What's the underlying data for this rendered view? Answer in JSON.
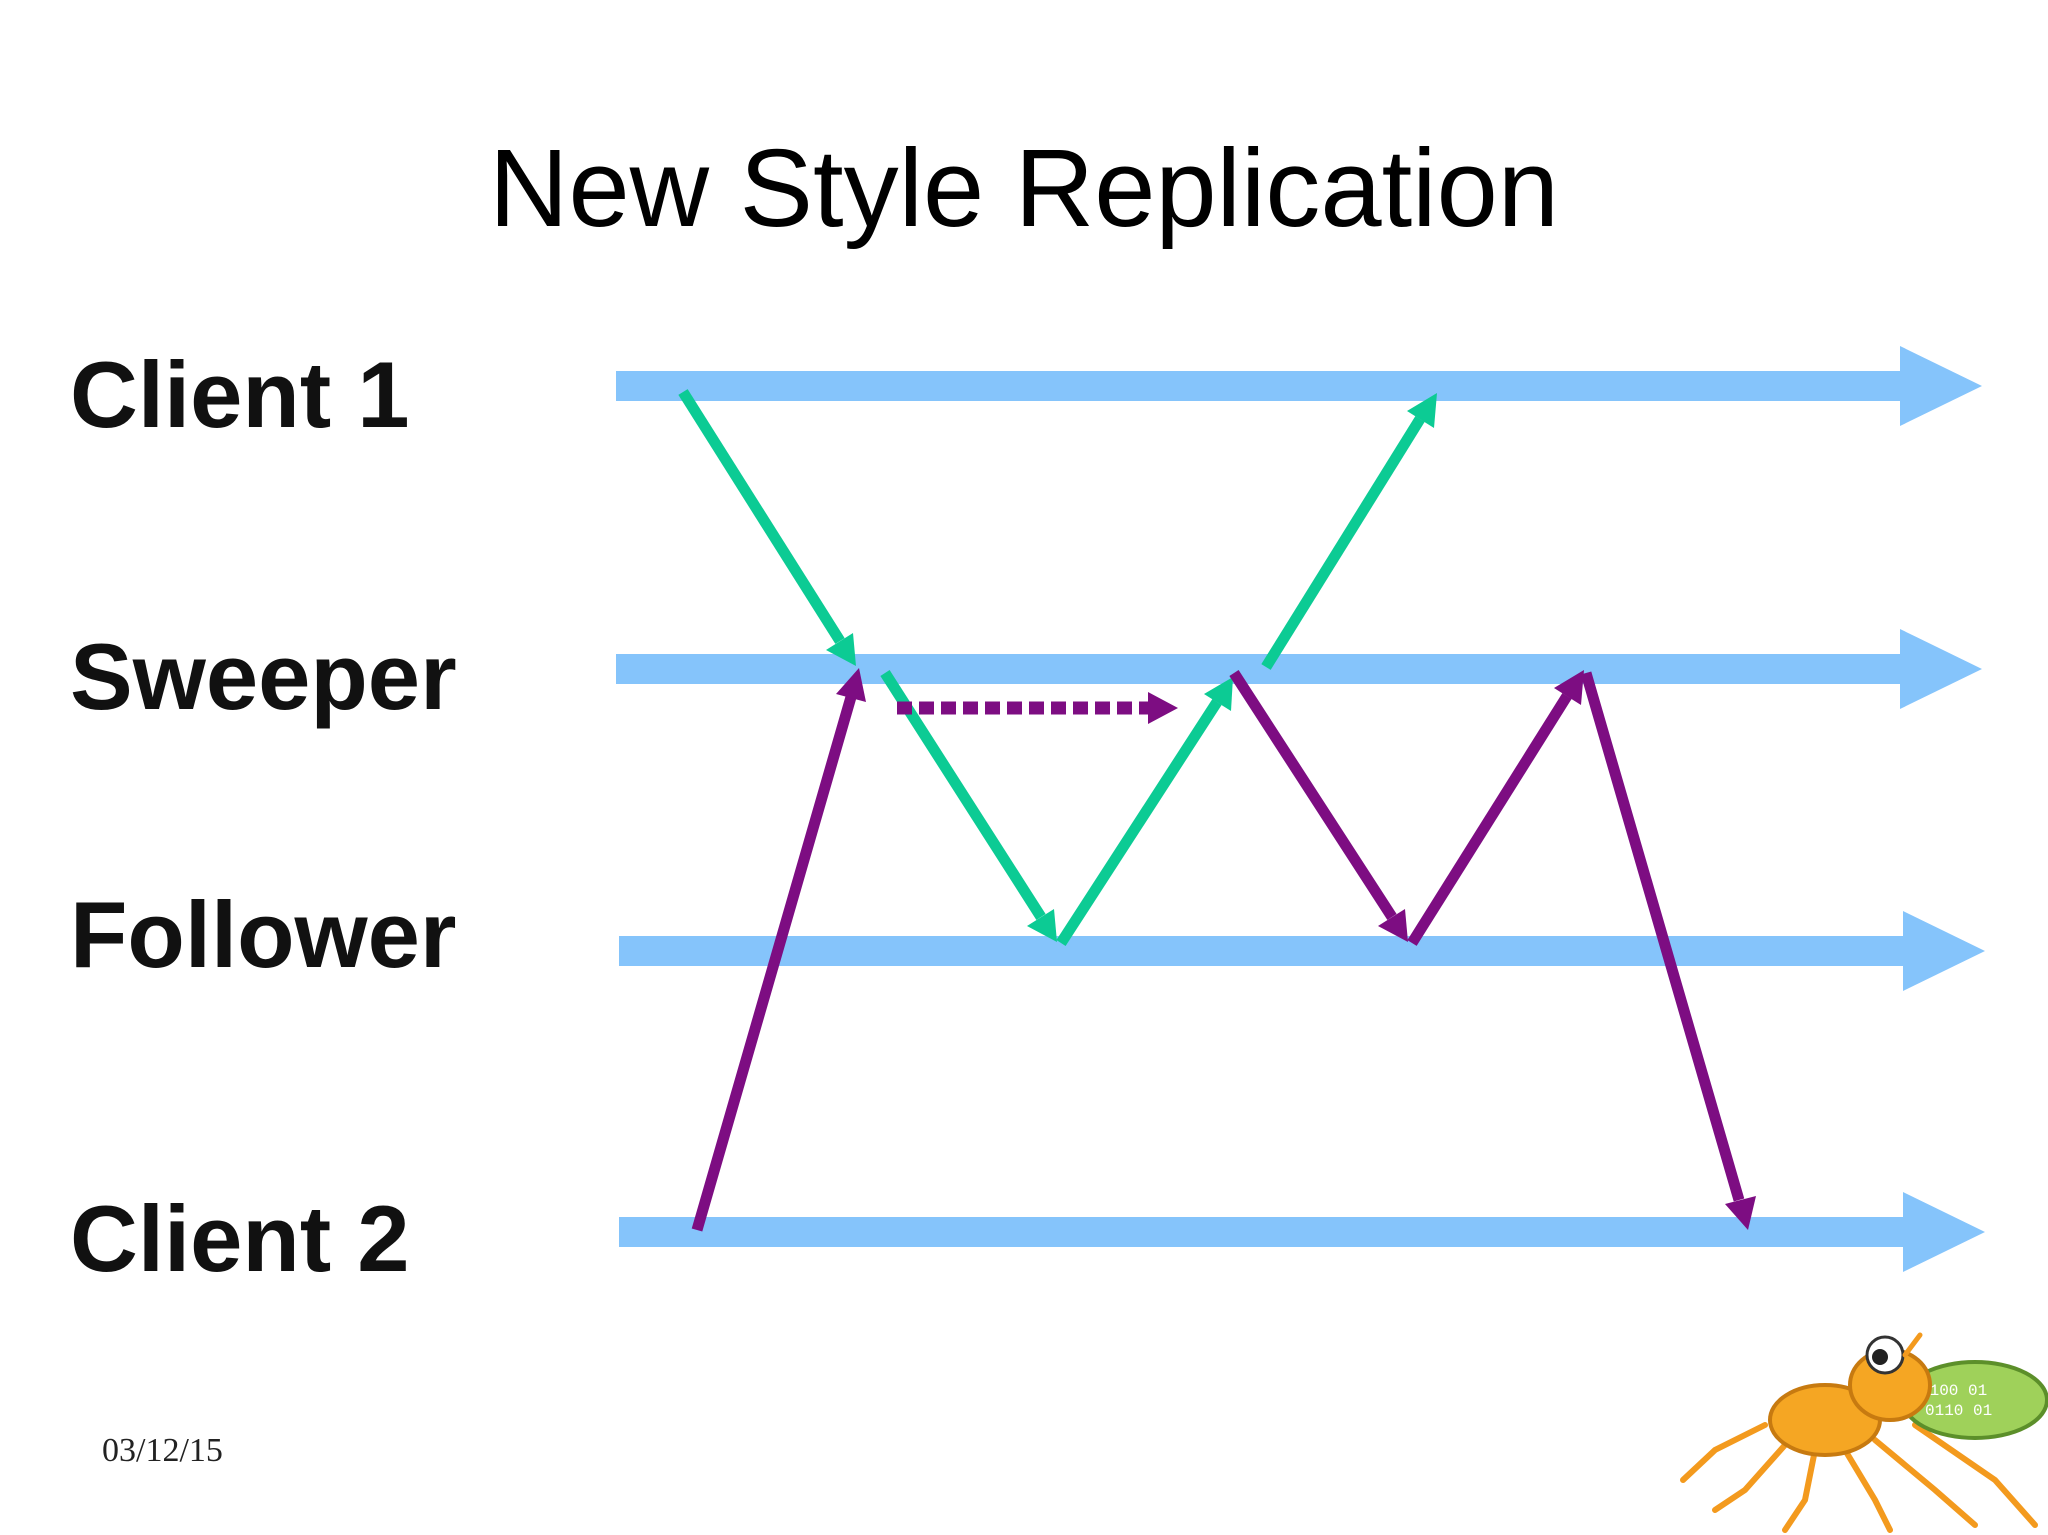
{
  "slide": {
    "title": "New Style Replication",
    "date": "03/12/15"
  },
  "lanes": [
    {
      "id": "client1",
      "label": "Client 1"
    },
    {
      "id": "sweeper",
      "label": "Sweeper"
    },
    {
      "id": "follower",
      "label": "Follower"
    },
    {
      "id": "client2",
      "label": "Client 2"
    }
  ],
  "colors": {
    "lane": "#85c4fb",
    "message_green": "#0ccb94",
    "message_purple": "#7d0d82",
    "text": "#111111"
  },
  "messages": [
    {
      "from": "client1",
      "to": "sweeper",
      "color": "message_green",
      "style": "solid"
    },
    {
      "from": "client2",
      "to": "sweeper",
      "color": "message_purple",
      "style": "solid"
    },
    {
      "from": "sweeper",
      "to": "follower",
      "color": "message_green",
      "style": "solid"
    },
    {
      "from": "sweeper",
      "to": "sweeper",
      "color": "message_purple",
      "style": "dashed"
    },
    {
      "from": "follower",
      "to": "sweeper",
      "color": "message_green",
      "style": "solid"
    },
    {
      "from": "sweeper",
      "to": "client1",
      "color": "message_green",
      "style": "solid"
    },
    {
      "from": "sweeper",
      "to": "follower",
      "color": "message_purple",
      "style": "solid"
    },
    {
      "from": "follower",
      "to": "sweeper",
      "color": "message_purple",
      "style": "solid"
    },
    {
      "from": "sweeper",
      "to": "client2",
      "color": "message_purple",
      "style": "solid"
    }
  ],
  "mascot": {
    "icon": "ant-mascot-icon"
  }
}
